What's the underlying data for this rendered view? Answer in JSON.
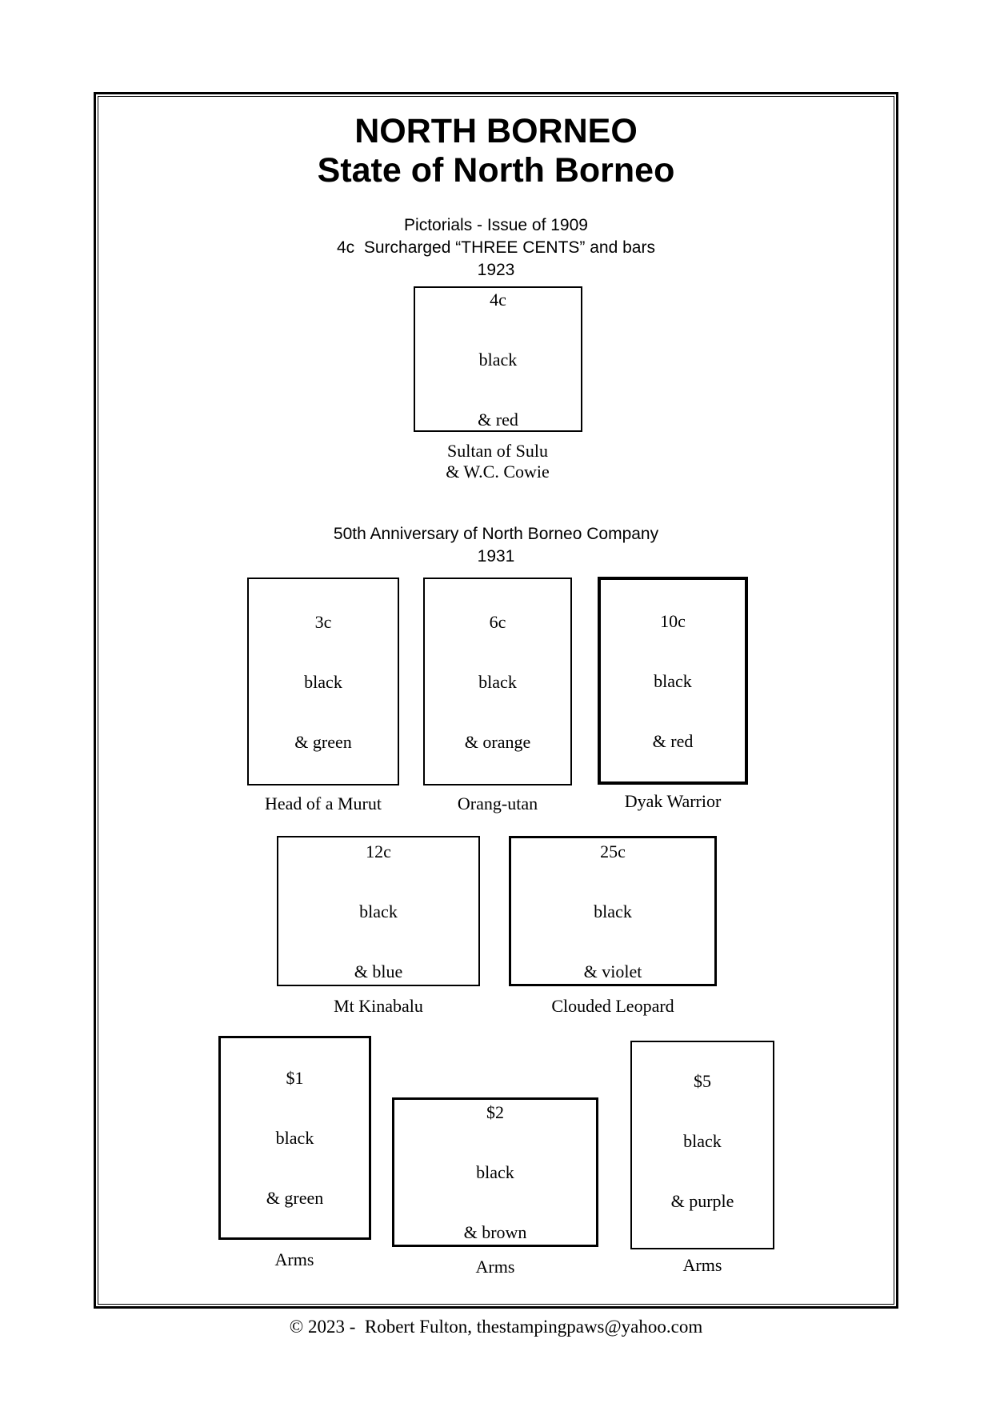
{
  "header": {
    "title_line1": "NORTH BORNEO",
    "title_line2": "State of North Borneo"
  },
  "issue_1909": {
    "heading_line1": "Pictorials - Issue of 1909",
    "heading_line2": "4c  Surcharged “THREE CENTS” and bars",
    "heading_line3": "1923"
  },
  "issue_1931": {
    "heading_line1": "50th Anniversary of North Borneo Company",
    "heading_line2": "1931"
  },
  "stamps": {
    "c4": {
      "denomination": "4c",
      "ink_line1": "black",
      "ink_line2": "& red",
      "caption_line1": "Sultan of Sulu",
      "caption_line2": "& W.C. Cowie"
    },
    "c3": {
      "denomination": "3c",
      "ink_line1": "black",
      "ink_line2": "& green",
      "caption": "Head of a Murut"
    },
    "c6": {
      "denomination": "6c",
      "ink_line1": "black",
      "ink_line2": "& orange",
      "caption": "Orang-utan"
    },
    "c10": {
      "denomination": "10c",
      "ink_line1": "black",
      "ink_line2": "& red",
      "caption": "Dyak Warrior"
    },
    "c12": {
      "denomination": "12c",
      "ink_line1": "black",
      "ink_line2": "& blue",
      "caption": "Mt Kinabalu"
    },
    "c25": {
      "denomination": "25c",
      "ink_line1": "black",
      "ink_line2": "& violet",
      "caption": "Clouded Leopard"
    },
    "d1": {
      "denomination": "$1",
      "ink_line1": "black",
      "ink_line2": "& green",
      "caption": "Arms"
    },
    "d2": {
      "denomination": "$2",
      "ink_line1": "black",
      "ink_line2": "& brown",
      "caption": "Arms"
    },
    "d5": {
      "denomination": "$5",
      "ink_line1": "black",
      "ink_line2": "& purple",
      "caption": "Arms"
    }
  },
  "footer": {
    "text": "© 2023 -  Robert Fulton, thestampingpaws@yahoo.com"
  },
  "colors": {
    "ink": "#000000",
    "background": "#ffffff"
  }
}
